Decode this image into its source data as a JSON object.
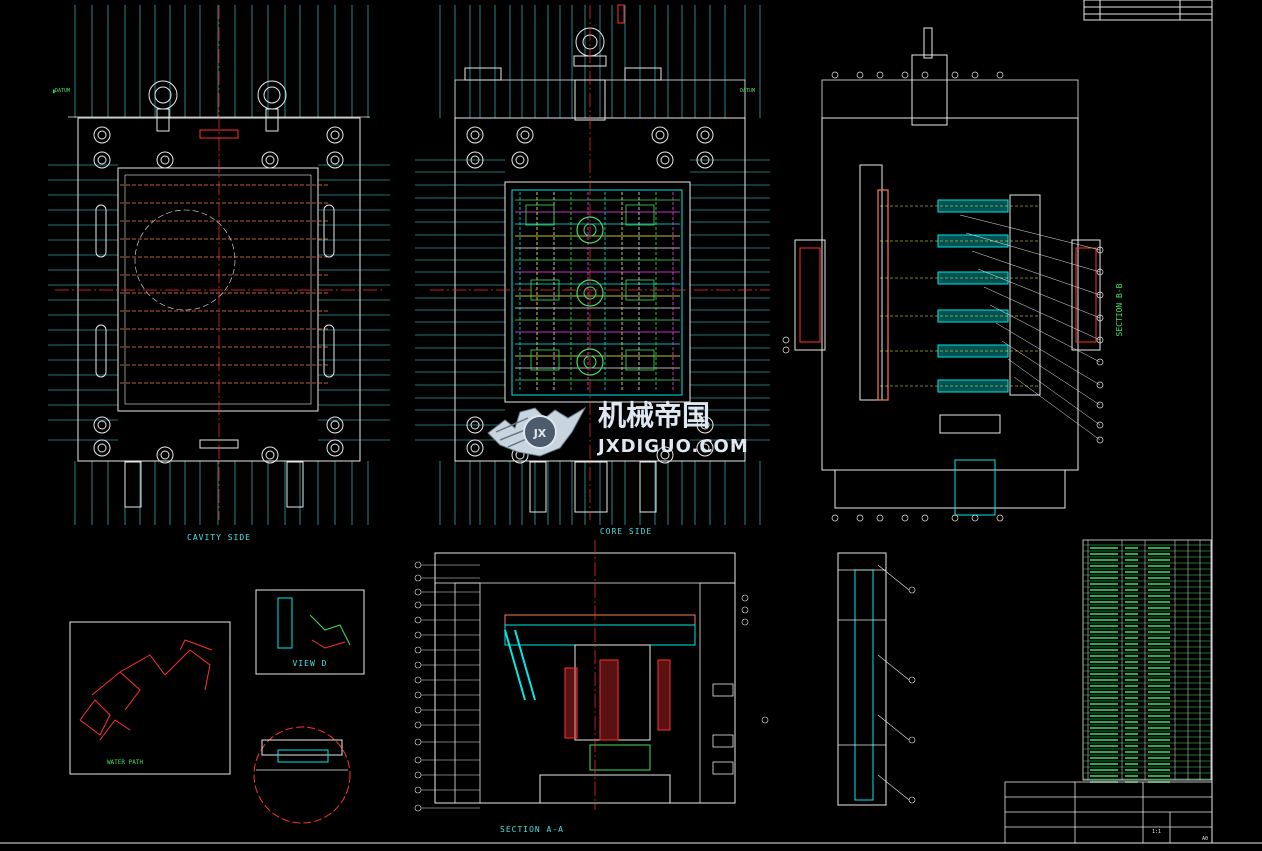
{
  "views": {
    "cavity": "CAVITY SIDE",
    "core": "CORE SIDE",
    "section_aa": "SECTION A-A",
    "section_bb": "SECTION B-B",
    "water": "WATER PATH",
    "view_d": "VIEW D"
  },
  "watermark": {
    "cn": "机械帝国",
    "en": "JXDIGUO.COM",
    "emblem": "JX"
  },
  "datum": {
    "left": "DATUM",
    "right": "DATUM"
  },
  "title_block": {
    "scale": "1:1",
    "sheet": "A0"
  },
  "colors": {
    "background": "#000000",
    "outline": "#e8e8e8",
    "label": "#46e0e0",
    "centerline": "#ff3030",
    "hidden": "#ffff40",
    "cooling": "#ff7a4a",
    "core": "#00e8e8",
    "green": "#3ee060",
    "magenta": "#ff40ff"
  }
}
